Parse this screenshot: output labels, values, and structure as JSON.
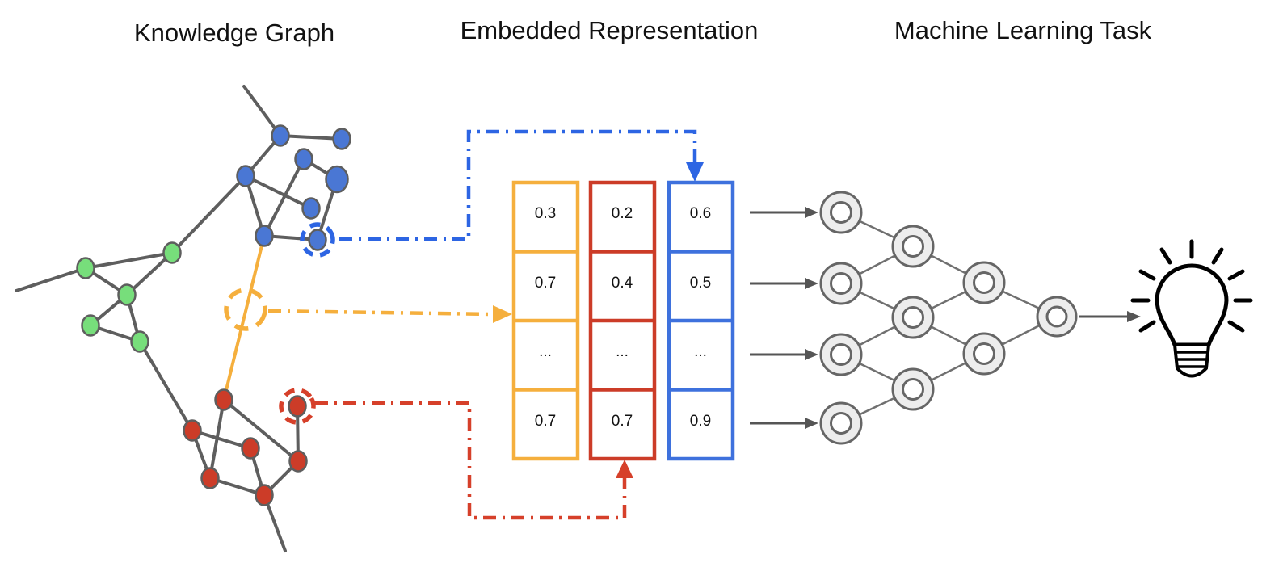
{
  "titles": {
    "knowledge_graph": "Knowledge Graph",
    "embedded_representation": "Embedded Representation",
    "machine_learning_task": "Machine Learning Task"
  },
  "vectors": [
    {
      "name": "edge-embedding-vector",
      "color": "#F5AF3D",
      "values": [
        "0.3",
        "0.7",
        "...",
        "0.7"
      ]
    },
    {
      "name": "red-entity-embedding-vector",
      "color": "#CC3C28",
      "values": [
        "0.2",
        "0.4",
        "...",
        "0.7"
      ]
    },
    {
      "name": "blue-entity-embedding-vector",
      "color": "#3E71DD",
      "values": [
        "0.6",
        "0.5",
        "...",
        "0.9"
      ]
    }
  ],
  "colors": {
    "yellow": "#F5AF3D",
    "red": "#CC3C28",
    "red_dash": "#D6402A",
    "blue": "#3E71DD",
    "blue_node": "#4A77D4",
    "blue_dash": "#2D65E3",
    "green_node": "#77DE7B",
    "edge_gray": "#5E5E5E",
    "nn_fill": "#EDEDED",
    "nn_stroke": "#666666",
    "arrow_gray": "#555555",
    "bulb_black": "#000000"
  },
  "icons": {
    "lightbulb": "lightbulb-icon",
    "arrows": [
      "blue-dashdot-arrow",
      "yellow-dashdot-arrow",
      "red-dashdot-arrow",
      "input-arrow",
      "output-arrow"
    ]
  }
}
